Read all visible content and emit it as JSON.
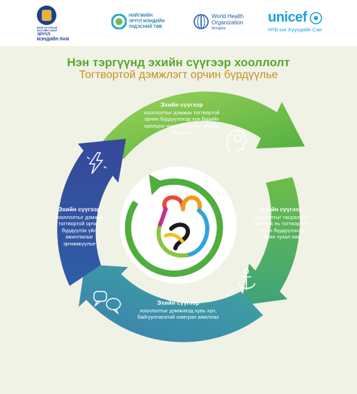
{
  "logos": {
    "mongolia": {
      "top": "МОНГОЛ УЛСЫН ЗАСГИЙН ГАЗАР",
      "main": "ЭРҮҮЛ",
      "sub": "МЭНДИЙН ЯАМ"
    },
    "nckm": {
      "line1": "НИЙГМИЙН",
      "line2": "ЭРҮҮЛ МЭНДИЙН",
      "line3": "ҮНДЭСНИЙ ТӨВ"
    },
    "who": {
      "line1": "World Health",
      "line2": "Organization",
      "line3": "Mongolia"
    },
    "unicef": {
      "main": "unicef",
      "sub": "НҮБ-ын Хүүхдийн Сан"
    }
  },
  "title": "Нэн тэргүүнд эхийн сүүгээр хооллолт",
  "subtitle": "Тогтвортой дэмжлэгт орчин бүрдүүлье",
  "segments": [
    {
      "heading": "Эхийн сүүгээр",
      "body": "хооллолтыг дэмжих тогтвортой орчин бүрдүүлэхэд хүн бүрийн оролцоо чухал болохыг нийтэд таниулах"
    },
    {
      "heading": "Эхийн сүүгээр",
      "body": "хооллолтыг тасралтгүй дэмжих нь тогтвортой орчин бүрдүүлэхэд амин чухал юм"
    },
    {
      "heading": "Эхийн сүүгээр",
      "body": "хооллолтыг дэмжихэд хувь хүн, байгууллагатай хамтран ажиллах"
    },
    {
      "heading": "Эхийн сүүгээр",
      "body": "хооллолтыг дэмжих тогтвортой орчин бүрдүүлэх үйл ажиллагааг эрчимжүүлье"
    }
  ],
  "icons": [
    "lightbulb-head-icon",
    "anchor-icon",
    "speech-bubbles-icon",
    "lightning-icon",
    "mother-child-logo-icon"
  ],
  "colors": {
    "green": "#5aa62f",
    "gold": "#c7901a",
    "blue": "#2e4f9f",
    "teal": "#3aa3a0",
    "bg": "#f1f2e6"
  }
}
